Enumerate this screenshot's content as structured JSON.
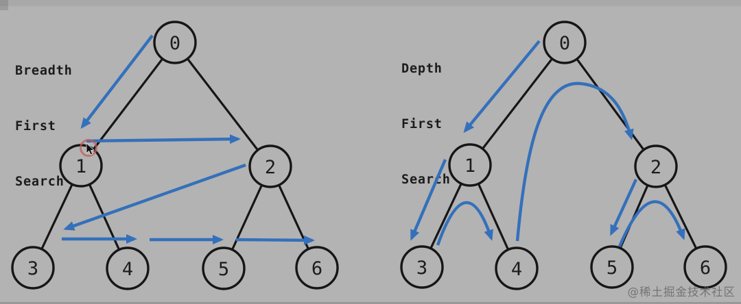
{
  "colors": {
    "background": "#b3b3b3",
    "tree_line_black": "#161616",
    "arrow_blue": "#3470bb",
    "click_ring_red": "#c25e5c",
    "text_dark": "#1c1c1c",
    "watermark_gray": "#646464"
  },
  "bfs": {
    "title_lines": {
      "0": "Breadth",
      "1": "First",
      "2": "Search"
    },
    "nodes": [
      "0",
      "1",
      "2",
      "3",
      "4",
      "5",
      "6"
    ],
    "tree_edges": [
      {
        "from": "0",
        "to": "1"
      },
      {
        "from": "0",
        "to": "2"
      },
      {
        "from": "1",
        "to": "3"
      },
      {
        "from": "1",
        "to": "4"
      },
      {
        "from": "2",
        "to": "5"
      },
      {
        "from": "2",
        "to": "6"
      }
    ],
    "traversal_arrows": [
      {
        "from": "0",
        "to": "1"
      },
      {
        "from": "1",
        "to": "2"
      },
      {
        "from": "2",
        "to": "3"
      },
      {
        "from": "3",
        "to": "4"
      },
      {
        "from": "4",
        "to": "5"
      },
      {
        "from": "5",
        "to": "6"
      }
    ]
  },
  "dfs": {
    "title_lines": {
      "0": "Depth",
      "1": "First",
      "2": "Search"
    },
    "nodes": [
      "0",
      "1",
      "2",
      "3",
      "4",
      "5",
      "6"
    ],
    "tree_edges": [
      {
        "from": "0",
        "to": "1"
      },
      {
        "from": "0",
        "to": "2"
      },
      {
        "from": "1",
        "to": "3"
      },
      {
        "from": "1",
        "to": "4"
      },
      {
        "from": "2",
        "to": "5"
      },
      {
        "from": "2",
        "to": "6"
      }
    ],
    "traversal_arrows": [
      {
        "from": "0",
        "to": "1"
      },
      {
        "from": "1",
        "to": "3"
      },
      {
        "from": "3",
        "to": "4"
      },
      {
        "from": "4",
        "to": "2"
      },
      {
        "from": "2",
        "to": "5"
      },
      {
        "from": "5",
        "to": "6"
      }
    ]
  },
  "watermark": {
    "text": "@稀土掘金技术社区"
  }
}
